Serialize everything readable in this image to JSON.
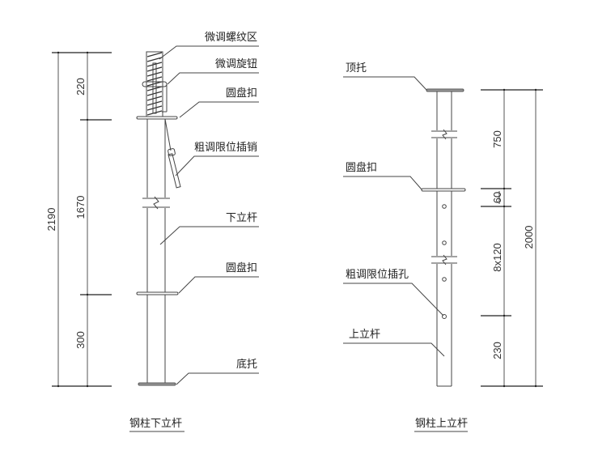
{
  "drawing": {
    "lower_pole": {
      "title": "钢柱下立杆",
      "labels": {
        "fine_thread_zone": "微调螺纹区",
        "fine_adjust_knob": "微调旋钮",
        "disc_buckle_top": "圆盘扣",
        "coarse_limit_pin": "粗调限位插销",
        "lower_rod": "下立杆",
        "disc_buckle_bottom": "圆盘扣",
        "base_support": "底托"
      },
      "dimensions": {
        "total": "2190",
        "segments": [
          "220",
          "1670",
          "300"
        ]
      }
    },
    "upper_pole": {
      "title": "钢柱上立杆",
      "labels": {
        "top_support": "顶托",
        "disc_buckle": "圆盘扣",
        "coarse_limit_hole": "粗调限位插孔",
        "upper_rod": "上立杆"
      },
      "dimensions": {
        "total": "2000",
        "segments": [
          "750",
          "60",
          "8x120",
          "230"
        ]
      }
    }
  }
}
